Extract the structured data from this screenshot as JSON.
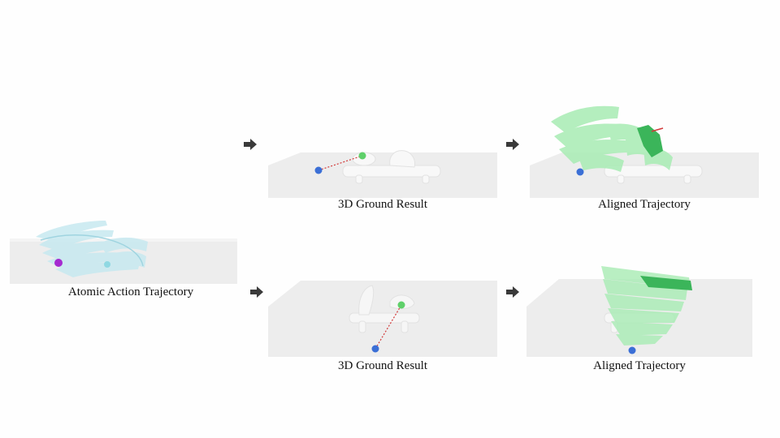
{
  "colors": {
    "source_hand": "#bfe6ee",
    "aligned_hand": "#a8ecb4",
    "aligned_hand_dark": "#3bb55a",
    "start_point": "#3b6fd6",
    "ground_point": "#5fd06a",
    "trajectory_point": "#a52ad0",
    "path_line": "#d23a3a",
    "arrow": "#3a3a3a"
  },
  "source": {
    "caption": "Atomic Action Trajectory"
  },
  "rows": [
    {
      "ground_caption": "3D Ground Result",
      "aligned_caption": "Aligned Trajectory"
    },
    {
      "ground_caption": "3D Ground Result",
      "aligned_caption": "Aligned Trajectory"
    }
  ],
  "icons": {
    "arrow": "arrow-right-icon"
  }
}
